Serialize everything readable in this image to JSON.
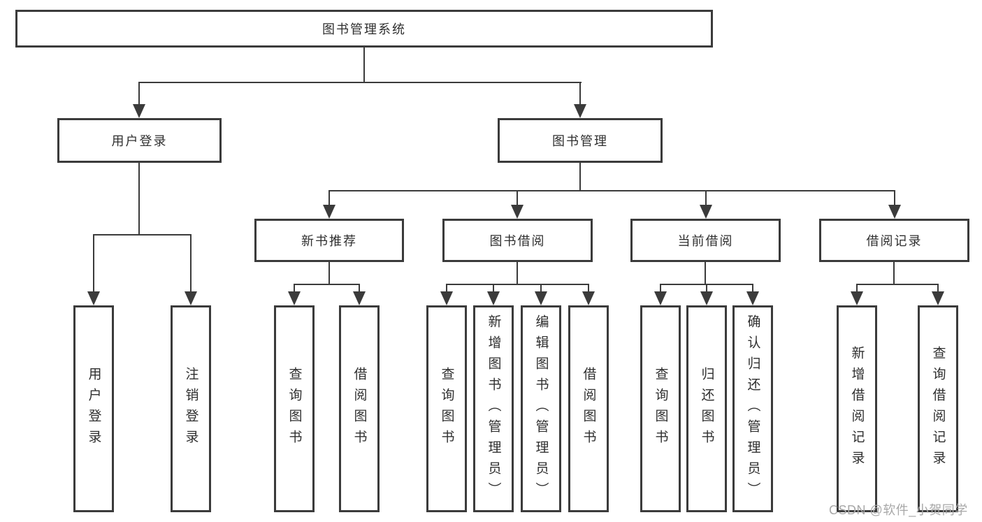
{
  "colors": {
    "line": "#3b3b3b",
    "text": "#2f2f2f",
    "watermark": "#a8a8a8",
    "background": "#ffffff"
  },
  "watermark": {
    "text": "CSDN @软件_小贺同学"
  },
  "tree": {
    "label": "图书管理系统",
    "children": [
      {
        "label": "用户登录",
        "children": [
          {
            "label": "用户登录"
          },
          {
            "label": "注销登录"
          }
        ]
      },
      {
        "label": "图书管理",
        "children": [
          {
            "label": "新书推荐",
            "children": [
              {
                "label": "查询图书"
              },
              {
                "label": "借阅图书"
              }
            ]
          },
          {
            "label": "图书借阅",
            "children": [
              {
                "label": "查询图书"
              },
              {
                "label": "新增图书（管理员）"
              },
              {
                "label": "编辑图书（管理员）"
              },
              {
                "label": "借阅图书"
              }
            ]
          },
          {
            "label": "当前借阅",
            "children": [
              {
                "label": "查询图书"
              },
              {
                "label": "归还图书"
              },
              {
                "label": "确认归还（管理员）"
              }
            ]
          },
          {
            "label": "借阅记录",
            "children": [
              {
                "label": "新增借阅记录"
              },
              {
                "label": "查询借阅记录"
              }
            ]
          }
        ]
      }
    ]
  }
}
